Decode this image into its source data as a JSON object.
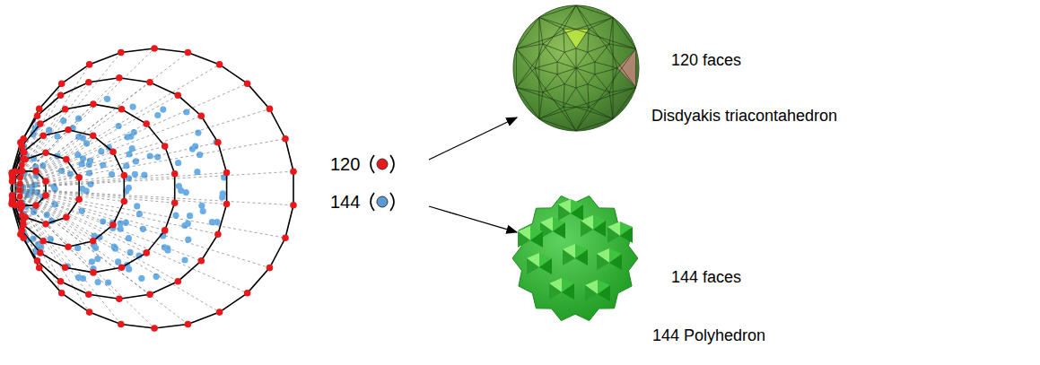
{
  "diagram": {
    "labels": [
      "120 faces",
      "Disdyakis triacontahedron",
      "144 faces",
      "144 Polyhedron"
    ],
    "legend": [
      {
        "text": "120",
        "color": "#e8191c"
      },
      {
        "text": "144",
        "color": "#5b9bd5"
      }
    ]
  }
}
